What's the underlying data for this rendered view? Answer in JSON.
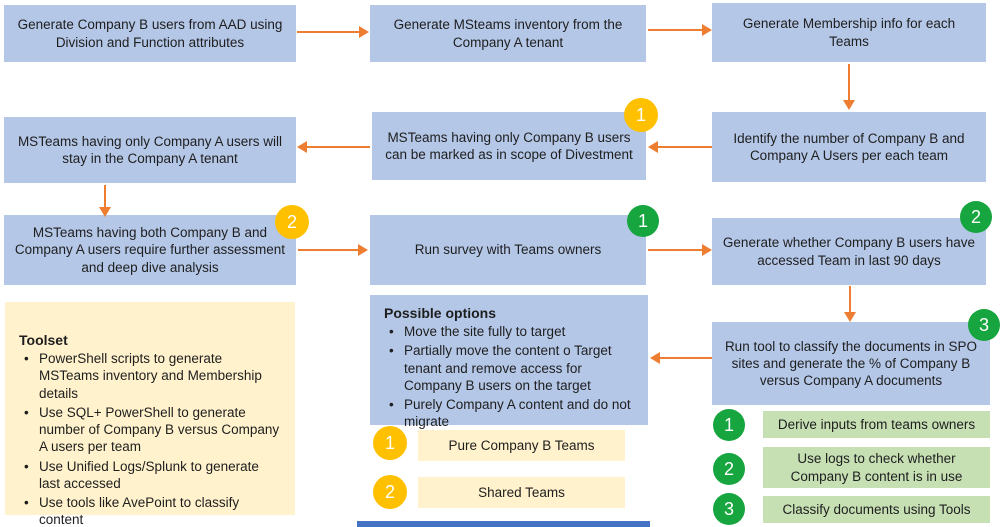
{
  "colors": {
    "node_blue": "#b4c7e7",
    "panel_yellow": "#fff2cc",
    "legend_green_fill": "#c6e0b4",
    "badge_orange": "#ffc000",
    "badge_green": "#16a53e",
    "arrow_orange": "#ed7d31",
    "bottom_strip_blue": "#4472c4"
  },
  "nodes": {
    "generate_users": {
      "text": "Generate Company B users from AAD using Division and Function attributes"
    },
    "generate_inventory": {
      "text": "Generate MSteams inventory from the Company A tenant"
    },
    "generate_membership": {
      "text": "Generate Membership info for each Teams"
    },
    "identify_numbers": {
      "text": "Identify the number of Company B and Company A Users per each team"
    },
    "only_company_b": {
      "text": "MSTeams having only Company B users can be marked as in scope of Divestment",
      "badge": "1"
    },
    "only_company_a": {
      "text": "MSTeams having only Company A  users will stay in the Company A tenant"
    },
    "both_companies": {
      "text": "MSTeams  having both Company B and Company A users require further assessment and deep dive analysis",
      "badge": "2"
    },
    "run_survey": {
      "text": "Run survey with Teams owners",
      "badge": "1"
    },
    "generate_access": {
      "text": "Generate whether Company B users have accessed Team in last 90 days",
      "badge": "2"
    },
    "run_tool_classify": {
      "text": "Run tool to classify the documents in SPO sites and generate the % of Company B versus Company A documents",
      "badge": "3"
    }
  },
  "options_box": {
    "title": "Possible options",
    "items": [
      "Move the site fully to target",
      "Partially move the content o Target tenant and remove access for Company B users on the target",
      "Purely Company A content and do not migrate"
    ]
  },
  "toolset_box": {
    "title": "Toolset",
    "items": [
      "PowerShell scripts to generate MSTeams inventory and Membership details",
      "Use SQL+ PowerShell to generate number of Company B versus Company A users per team",
      "Use Unified Logs/Splunk to generate last accessed",
      "Use tools like AvePoint to classify content"
    ]
  },
  "legend_orange": {
    "items": [
      {
        "num": "1",
        "label": "Pure Company B Teams"
      },
      {
        "num": "2",
        "label": "Shared Teams"
      }
    ]
  },
  "legend_green": {
    "items": [
      {
        "num": "1",
        "label": "Derive inputs from teams owners"
      },
      {
        "num": "2",
        "label": "Use logs to check whether Company B content is in use"
      },
      {
        "num": "3",
        "label": "Classify documents using Tools"
      }
    ]
  }
}
